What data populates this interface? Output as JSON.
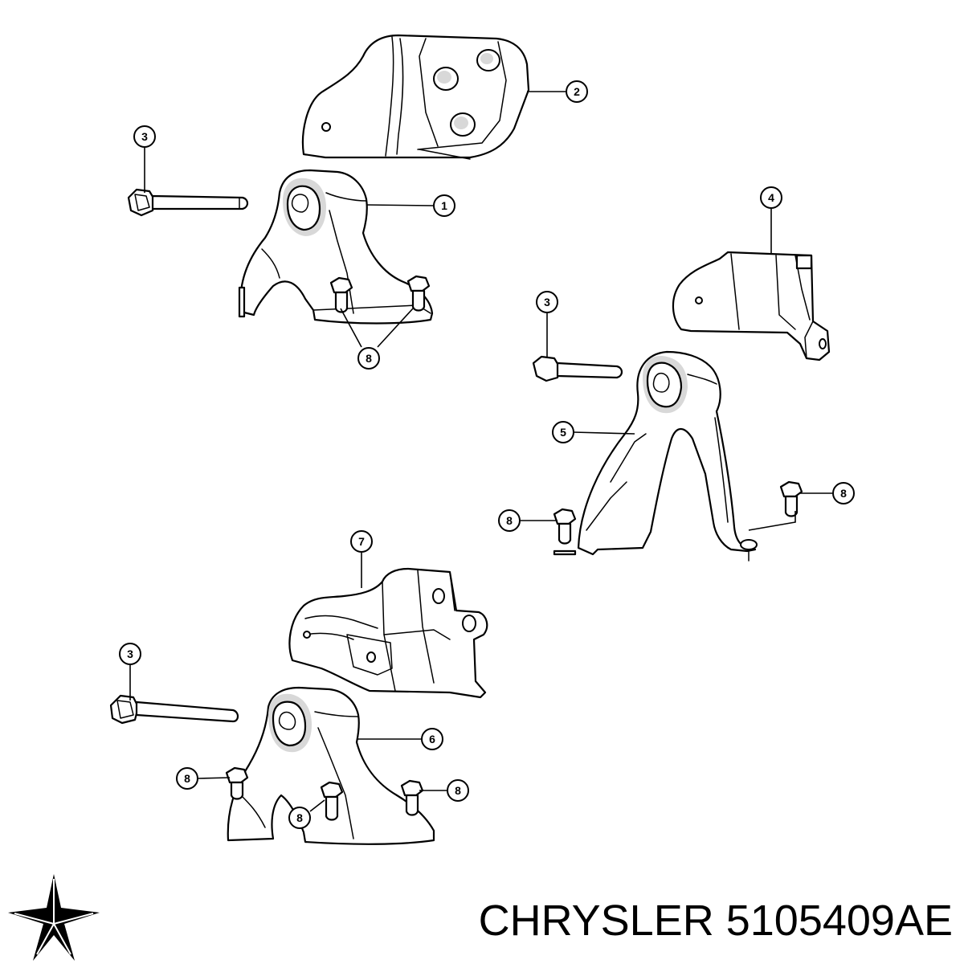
{
  "brand": {
    "name": "CHRYSLER",
    "part_number": "5105409AE",
    "logo": "chrysler-pentastar-icon"
  },
  "callouts": [
    {
      "id": "c1",
      "label": "1"
    },
    {
      "id": "c2",
      "label": "2"
    },
    {
      "id": "c3a",
      "label": "3"
    },
    {
      "id": "c3b",
      "label": "3"
    },
    {
      "id": "c3c",
      "label": "3"
    },
    {
      "id": "c4",
      "label": "4"
    },
    {
      "id": "c5",
      "label": "5"
    },
    {
      "id": "c6",
      "label": "6"
    },
    {
      "id": "c7",
      "label": "7"
    },
    {
      "id": "c8a",
      "label": "8"
    },
    {
      "id": "c8b",
      "label": "8"
    },
    {
      "id": "c8c",
      "label": "8"
    },
    {
      "id": "c8d",
      "label": "8"
    },
    {
      "id": "c8e",
      "label": "8"
    },
    {
      "id": "c8f",
      "label": "8"
    }
  ]
}
